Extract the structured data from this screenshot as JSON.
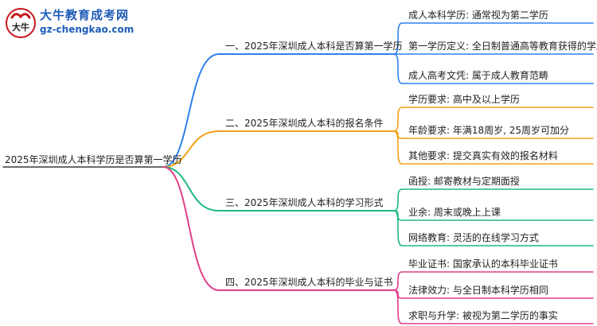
{
  "logo": {
    "mark_text": "大牛",
    "name": "大牛教育成考网",
    "url": "gz-chengkao.com"
  },
  "root": "2025年深圳成人本科学历是否算第一学历",
  "colors": {
    "blue": "#2f80ed",
    "orange": "#f0a21a",
    "green": "#1fb87e",
    "pink": "#e0408a",
    "root_line": "#3a3a3a"
  },
  "branches": [
    {
      "title": "一、2025年深圳成人本科是否算第一学历",
      "color": "blue",
      "children": [
        "成人本科学历: 通常视为第二学历",
        "第一学历定义: 全日制普通高等教育获得的学历",
        "成人高考文凭: 属于成人教育范畴"
      ]
    },
    {
      "title": "二、2025年深圳成人本科的报名条件",
      "color": "orange",
      "children": [
        "学历要求: 高中及以上学历",
        "年龄要求: 年满18周岁, 25周岁可加分",
        "其他要求: 提交真实有效的报名材料"
      ]
    },
    {
      "title": "三、2025年深圳成人本科的学习形式",
      "color": "green",
      "children": [
        "函授: 邮寄教材与定期面授",
        "业余: 周末或晚上上课",
        "网络教育: 灵活的在线学习方式"
      ]
    },
    {
      "title": "四、2025年深圳成人本科的毕业与证书",
      "color": "pink",
      "children": [
        "毕业证书: 国家承认的本科毕业证书",
        "法律效力: 与全日制本科学历相同",
        "求职与升学: 被视为第二学历的事实"
      ]
    }
  ]
}
